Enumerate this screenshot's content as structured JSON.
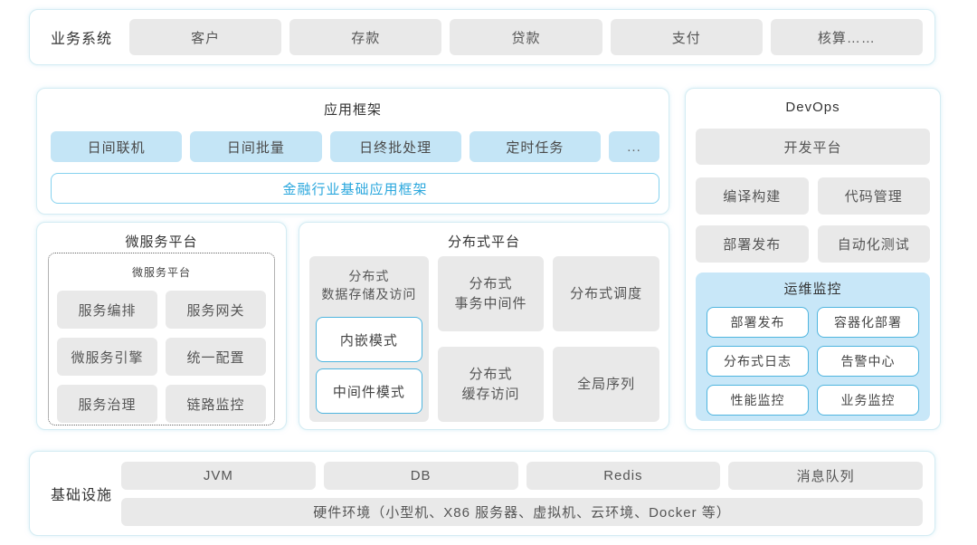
{
  "colors": {
    "accent_blue_text": "#2aa7dd",
    "light_blue_box": "#c4e5f6",
    "monitor_panel_blue": "#c8e7f8",
    "cyan_border": "#4fb5df",
    "gray_box": "#e9e9e9",
    "panel_border": "#d4ecf3"
  },
  "business_system": {
    "label": "业务系统",
    "items": [
      "客户",
      "存款",
      "贷款",
      "支付",
      "核算……"
    ]
  },
  "app_framework": {
    "title": "应用框架",
    "modules": [
      "日间联机",
      "日间批量",
      "日终批处理",
      "定时任务",
      "..."
    ],
    "base_framework": "金融行业基础应用框架"
  },
  "devops": {
    "title": "DevOps",
    "platform": "开发平台",
    "tools": [
      "编译构建",
      "代码管理",
      "部署发布",
      "自动化测试"
    ],
    "monitoring": {
      "title": "运维监控",
      "items": [
        "部署发布",
        "容器化部署",
        "分布式日志",
        "告警中心",
        "性能监控",
        "业务监控"
      ]
    }
  },
  "microservice_platform": {
    "title": "微服务平台",
    "inner_title": "微服务平台",
    "items": [
      "服务编排",
      "服务网关",
      "微服务引擎",
      "统一配置",
      "服务治理",
      "链路监控"
    ]
  },
  "distributed_platform": {
    "title": "分布式平台",
    "storage": {
      "title": "分布式\n数据存储及访问",
      "modes": [
        "内嵌模式",
        "中间件模式"
      ]
    },
    "transaction": "分布式\n事务中间件",
    "scheduling": "分布式调度",
    "cache": "分布式\n缓存访问",
    "sequence": "全局序列"
  },
  "infrastructure": {
    "label": "基础设施",
    "items": [
      "JVM",
      "DB",
      "Redis",
      "消息队列"
    ],
    "hardware": "硬件环境（小型机、X86 服务器、虚拟机、云环境、Docker 等）"
  }
}
